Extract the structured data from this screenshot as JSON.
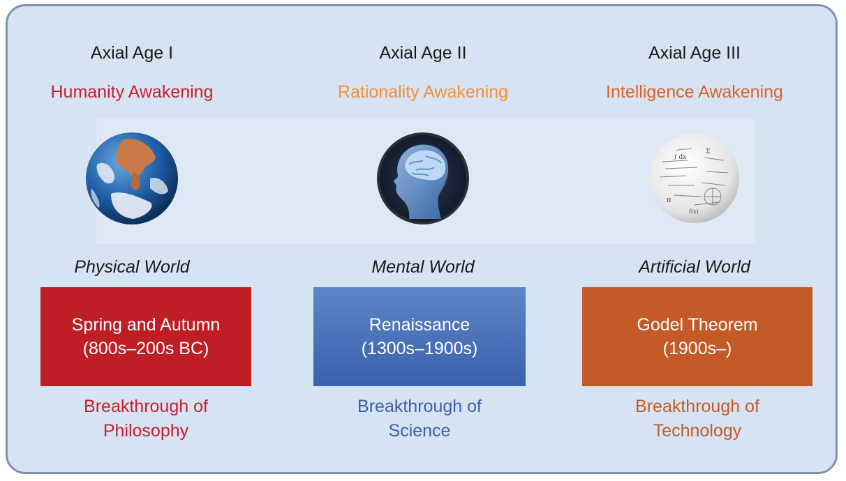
{
  "colors": {
    "frame_bg": "#d6e3f2",
    "frame_border": "#7f93aa",
    "red": "#bf1e24",
    "orange": "#f0923a",
    "rust": "#c45a27",
    "blue": "#3a61ab",
    "blue_text": "#3c5fa8"
  },
  "columns": [
    {
      "age": "Axial Age I",
      "awakening": "Humanity Awakening",
      "awakening_color": "#c8202e",
      "image": "earth-globe-icon",
      "world": "Physical World",
      "era_title": "Spring and Autumn",
      "era_dates": "(800s–200s BC)",
      "breakthrough_line1": "Breakthrough of",
      "breakthrough_line2": "Philosophy",
      "breakthrough_color": "#c8202e"
    },
    {
      "age": "Axial Age II",
      "awakening": "Rationality Awakening",
      "awakening_color": "#f0923a",
      "image": "brain-head-icon",
      "world": "Mental World",
      "era_title": "Renaissance",
      "era_dates": "(1300s–1900s)",
      "breakthrough_line1": "Breakthrough of",
      "breakthrough_line2": "Science",
      "breakthrough_color": "#3c5fa8"
    },
    {
      "age": "Axial Age III",
      "awakening": "Intelligence Awakening",
      "awakening_color": "#d9642a",
      "image": "formula-sphere-icon",
      "world": "Artificial World",
      "era_title": "Godel Theorem",
      "era_dates": "(1900s–)",
      "breakthrough_line1": "Breakthrough of",
      "breakthrough_line2": "Technology",
      "breakthrough_color": "#c45a27"
    }
  ]
}
